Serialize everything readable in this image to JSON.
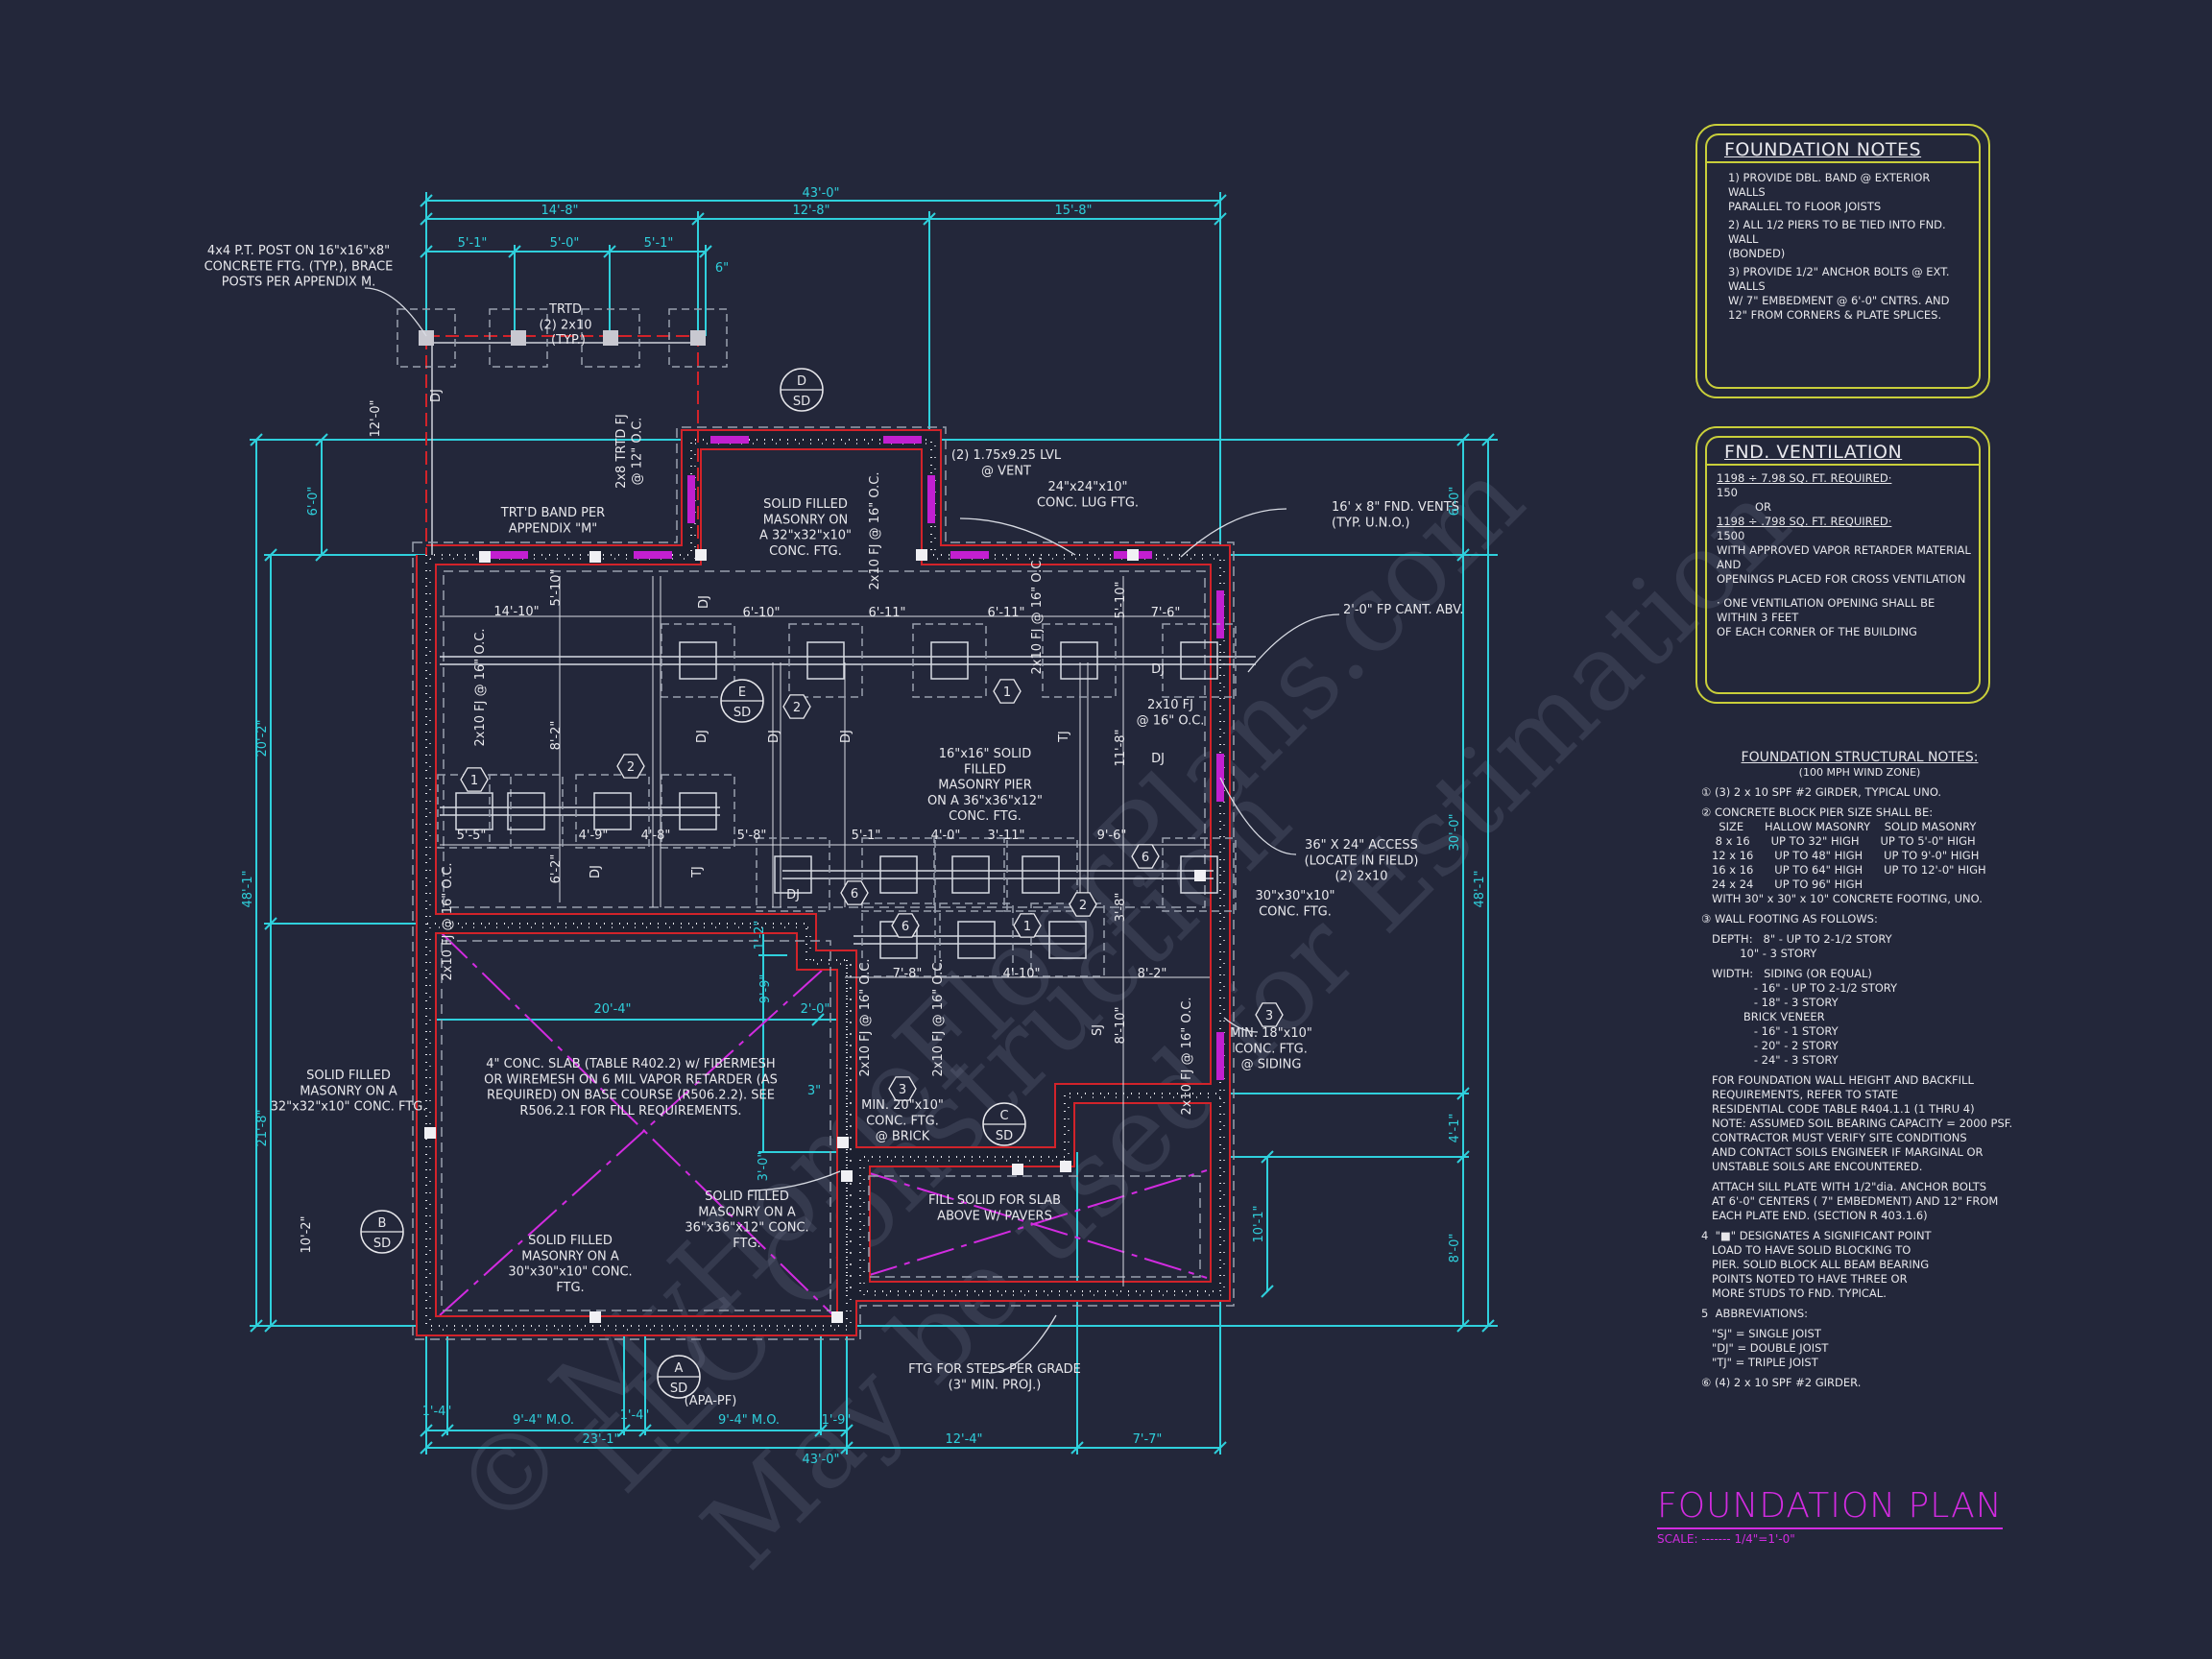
{
  "colors": {
    "background": "#23273a",
    "wall": "#d2232a",
    "dimension": "#2fd0dc",
    "slab_x": "#d22be0",
    "notes_border": "#c9cf3a",
    "title": "#d22be0",
    "text": "#e8e8ec"
  },
  "watermark": [
    "© MyHomeFloorPlans.com",
    "LLC Construction",
    "May be used for Estimation"
  ],
  "foundation_notes": {
    "title": "FOUNDATION NOTES",
    "items": [
      "1) PROVIDE DBL. BAND @ EXTERIOR WALLS\n   PARALLEL TO FLOOR JOISTS",
      "2) ALL 1/2 PIERS TO BE TIED INTO FND. WALL\n   (BONDED)",
      "3) PROVIDE 1/2\" ANCHOR BOLTS @ EXT. WALLS\n   W/ 7\" EMBEDMENT @ 6'-0\" CNTRS. AND\n   12\" FROM CORNERS & PLATE SPLICES."
    ]
  },
  "fnd_ventilation": {
    "title": "FND. VENTILATION",
    "line1": "1198 ÷ 7.98 SQ. FT. REQUIRED·",
    "line1b": "150",
    "or": "OR",
    "line2": "1198 ÷ .798 SQ. FT. REQUIRED·",
    "line2b": "1500",
    "line3": "WITH APPROVED VAPOR RETARDER MATERIAL AND\nOPENINGS PLACED FOR CROSS VENTILATION",
    "line4": "· ONE VENTILATION OPENING SHALL BE WITHIN 3 FEET\n  OF EACH CORNER OF THE BUILDING"
  },
  "structural_notes": {
    "title": "FOUNDATION STRUCTURAL NOTES:",
    "subtitle": "(100 MPH WIND ZONE)",
    "items": [
      "① (3) 2 x 10 SPF #2 GIRDER, TYPICAL UNO.",
      "② CONCRETE BLOCK PIER SIZE SHALL BE:\n     SIZE      HALLOW MASONRY    SOLID MASONRY\n    8 x 16      UP TO 32\" HIGH      UP TO 5'-0\" HIGH\n   12 x 16      UP TO 48\" HIGH      UP TO 9'-0\" HIGH\n   16 x 16      UP TO 64\" HIGH      UP TO 12'-0\" HIGH\n   24 x 24      UP TO 96\" HIGH\n   WITH 30\" x 30\" x 10\" CONCRETE FOOTING, UNO.",
      "③ WALL FOOTING AS FOLLOWS:",
      "   DEPTH:   8\" - UP TO 2-1/2 STORY\n           10\" - 3 STORY",
      "   WIDTH:   SIDING (OR EQUAL)\n               - 16\" - UP TO 2-1/2 STORY\n               - 18\" - 3 STORY\n            BRICK VENEER\n               - 16\" - 1 STORY\n               - 20\" - 2 STORY\n               - 24\" - 3 STORY",
      "   FOR FOUNDATION WALL HEIGHT AND BACKFILL\n   REQUIREMENTS, REFER TO STATE\n   RESIDENTIAL CODE TABLE R404.1.1 (1 THRU 4)\n   NOTE: ASSUMED SOIL BEARING CAPACITY = 2000 PSF.\n   CONTRACTOR MUST VERIFY SITE CONDITIONS\n   AND CONTACT SOILS ENGINEER IF MARGINAL OR\n   UNSTABLE SOILS ARE ENCOUNTERED.",
      "   ATTACH SILL PLATE WITH 1/2\"dia. ANCHOR BOLTS\n   AT 6'-0\" CENTERS ( 7\" EMBEDMENT) AND 12\" FROM\n   EACH PLATE END. (SECTION R 403.1.6)",
      "4  \"■\" DESIGNATES A SIGNIFICANT POINT\n   LOAD TO HAVE SOLID BLOCKING TO\n   PIER. SOLID BLOCK ALL BEAM BEARING\n   POINTS NOTED TO HAVE THREE OR\n   MORE STUDS TO FND. TYPICAL.",
      "5  ABBREVIATIONS:",
      "   \"SJ\" = SINGLE JOIST\n   \"DJ\" = DOUBLE JOIST\n   \"TJ\" = TRIPLE JOIST",
      "⑥ (4) 2 x 10 SPF #2 GIRDER."
    ]
  },
  "title_block": {
    "title": "FOUNDATION PLAN",
    "scale": "SCALE: ------- 1/4\"=1'-0\""
  },
  "plan": {
    "callouts": {
      "post_note": [
        "4x4 P.T. POST ON 16\"x16\"x8\"",
        "CONCRETE FTG. (TYP.), BRACE",
        "POSTS PER APPENDIX M."
      ],
      "trtd": [
        "TRTD",
        "(2) 2x10"
      ],
      "trtd_typ": [
        "(TYP.)"
      ],
      "trtd_band": [
        "TRT'D BAND PER",
        "APPENDIX \"M\""
      ],
      "trtd_fj": [
        "2x8 TRTD FJ",
        "@ 12\" O.C."
      ],
      "solid_32_top": [
        "SOLID FILLED",
        "MASONRY ON",
        "A 32\"x32\"x10\"",
        "CONC. FTG."
      ],
      "lvl": [
        "(2) 1.75x9.25 LVL",
        "@ VENT"
      ],
      "lug": [
        "24\"x24\"x10\"",
        "CONC. LUG FTG."
      ],
      "vents": [
        "16' x 8\" FND. VENTS",
        "(TYP. U.N.O.)"
      ],
      "fp_cant": [
        "2'-0\" FP CANT. ABV."
      ],
      "access": [
        "36\" X 24\" ACCESS",
        "(LOCATE IN FIELD)",
        "(2) 2x10"
      ],
      "ftg30": [
        "30\"x30\"x10\"",
        "CONC. FTG."
      ],
      "min18": [
        "MIN. 18\"x10\"",
        "CONC. FTG.",
        "@ SIDING"
      ],
      "pier16": [
        "16\"x16\" SOLID",
        "FILLED",
        "MASONRY PIER",
        "ON A 36\"x36\"x12\"",
        "CONC. FTG."
      ],
      "slab": [
        "4\" CONC. SLAB (TABLE R402.2) w/ FIBERMESH",
        "OR WIREMESH ON 6 MIL VAPOR RETARDER (AS",
        "REQUIRED) ON BASE COURSE (R506.2.2). SEE",
        "R506.2.1 FOR FILL REQUIREMENTS."
      ],
      "solid_32_left": [
        "SOLID FILLED",
        "MASONRY ON A",
        "32\"x32\"x10\" CONC. FTG."
      ],
      "solid_30": [
        "SOLID FILLED",
        "MASONRY ON A",
        "30\"x30\"x10\" CONC.",
        "FTG."
      ],
      "solid_36": [
        "SOLID FILLED",
        "MASONRY ON A",
        "36\"x36\"x12\" CONC.",
        "FTG."
      ],
      "min20": [
        "MIN. 20\"x10\"",
        "CONC. FTG.",
        "@ BRICK"
      ],
      "fill_solid": [
        "FILL SOLID FOR SLAB",
        "ABOVE W/ PAVERS"
      ],
      "steps": [
        "FTG FOR STEPS PER GRADE",
        "(3\" MIN. PROJ.)"
      ],
      "apa": [
        "(APA-PF)"
      ],
      "fj_h": [
        "2x10 FJ",
        "@ 16\" O.C."
      ]
    },
    "section_markers": [
      [
        "D",
        "SD"
      ],
      [
        "E",
        "SD"
      ],
      [
        "C",
        "SD"
      ],
      [
        "B",
        "SD"
      ],
      [
        "A",
        "SD"
      ]
    ],
    "hex_tags": [
      "1",
      "2",
      "2",
      "1",
      "6",
      "6",
      "2",
      "6",
      "1",
      "3",
      "3"
    ],
    "joist_labels": [
      "DJ",
      "DJ",
      "DJ",
      "DJ",
      "DJ",
      "DJ",
      "TJ",
      "TJ",
      "SJ",
      "DJ",
      "DJ",
      "DJ",
      "2x10 FJ @ 16\" O.C.",
      "2x10 FJ @ 16\" O.C.",
      "2x10 FJ @ 16\" O.C.",
      "2x10 FJ @ 16\" O.C.",
      "2x10 FJ @ 16\" O.C.",
      "2x10 FJ @ 16\" O.C.",
      "2x10 FJ @ 16\" O.C."
    ],
    "interior_dims": [
      "14'-10\"",
      "6'-10\"",
      "6'-11\"",
      "6'-11\"",
      "7'-6\"",
      "5'-10\"",
      "5'-10\"",
      "8'-2\"",
      "6'-2\"",
      "5'-5\"",
      "4'-9\"",
      "4'-8\"",
      "5'-8\"",
      "5'-1\"",
      "4'-0\"",
      "3'-11\"",
      "9'-6\"",
      "11'-8\"",
      "3'-8\"",
      "7'-8\"",
      "4'-10\"",
      "8'-2\"",
      "8'-10\"",
      "12'-0\"",
      "10'-2\""
    ],
    "dims": [
      "43'-0\"",
      "14'-8\"",
      "12'-8\"",
      "15'-8\"",
      "5'-1\"",
      "5'-0\"",
      "5'-1\"",
      "6\"",
      "6'-0\"",
      "20'-2\"",
      "48'-1\"",
      "21'-8\"",
      "6'-0\"",
      "30'-0\"",
      "48'-1\"",
      "4'-1\"",
      "10'-1\"",
      "8'-0\"",
      "20'-4\"",
      "2'-0\"",
      "9'-9\"",
      "1'-2\"",
      "3\"",
      "3'-0\"",
      "1'-4\"",
      "9'-4\" M.O.",
      "1'-4\"",
      "9'-4\" M.O.",
      "1'-9\"",
      "23'-1\"",
      "12'-4\"",
      "7'-7\"",
      "43'-0\""
    ]
  }
}
